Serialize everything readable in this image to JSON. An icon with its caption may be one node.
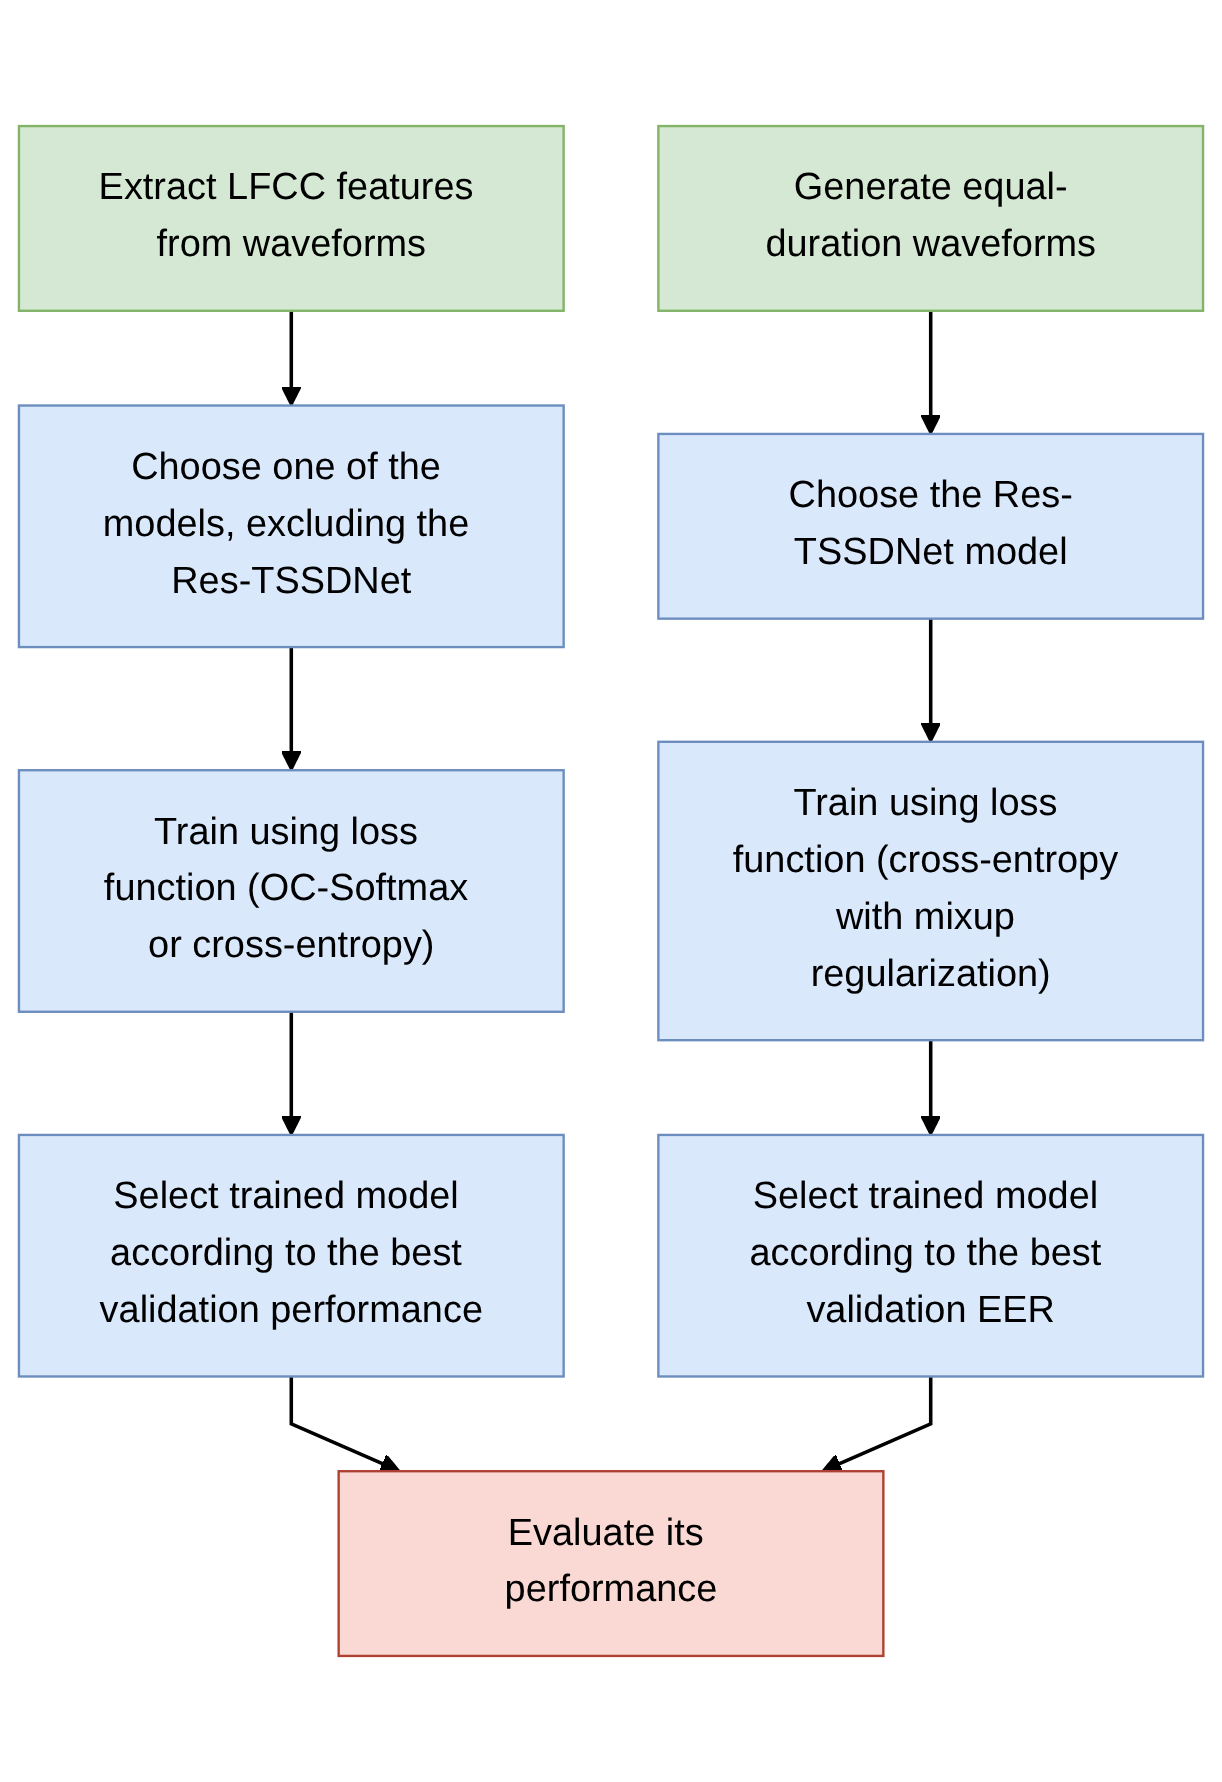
{
  "diagram": {
    "nodes": [
      {
        "text": [
          "Extract LFCC features from waveforms"
        ]
      },
      {
        "text": [
          "Generate equal-duration waveforms"
        ]
      },
      {
        "text": [
          "Choose one of the models, excluding the Res-TSSDNet"
        ]
      },
      {
        "text": [
          "Choose the Res-TSSDNet model"
        ]
      },
      {
        "text": [
          "Train using loss function (OC-Softmax or cross-entropy)"
        ]
      },
      {
        "text": [
          "Train using loss function (cross-entropy with mixup regularization)"
        ]
      },
      {
        "text": [
          "Select trained model according to the best validation performance"
        ]
      },
      {
        "text": [
          "Select trained model according to the best validation EER"
        ]
      },
      {
        "text": [
          "Evaluate its performance"
        ]
      }
    ],
    "edges": [
      {
        "from": 0,
        "to": 2,
        "arrow": "to"
      },
      {
        "from": 1,
        "to": 3,
        "arrow": "to"
      },
      {
        "from": 2,
        "to": 4,
        "arrow": "to"
      },
      {
        "from": 3,
        "to": 5,
        "arrow": "to"
      },
      {
        "from": 4,
        "to": 6,
        "arrow": "to"
      },
      {
        "from": 5,
        "to": 7,
        "arrow": "to"
      },
      {
        "from": 6,
        "to": 8,
        "arrow": "to"
      },
      {
        "from": 7,
        "to": 8,
        "arrow": "to"
      }
    ]
  }
}
